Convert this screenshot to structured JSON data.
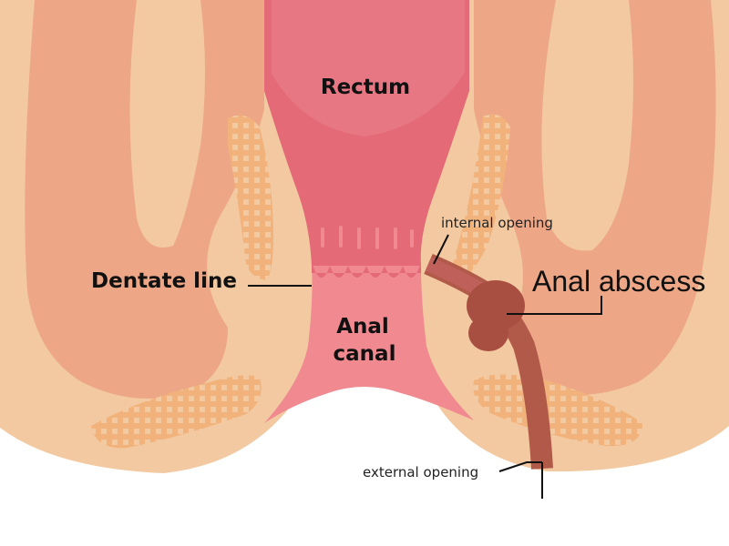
{
  "labels": {
    "rectum": "Rectum",
    "dentate_line": "Dentate line",
    "anal_canal_line1": "Anal",
    "anal_canal_line2": "canal",
    "internal_opening": "internal opening",
    "anal_abscess": "Anal abscess",
    "external_opening": "external opening"
  },
  "colors": {
    "background": "#ffffff",
    "skin": "#f2c9a0",
    "muscle": "#eda787",
    "rectum_wall": "#e46a78",
    "anal_canal": "#f08a90",
    "sphincter_mesh": "#f2b27c",
    "abscess": "#a84f42",
    "fistula_tract": "#b15a4a"
  },
  "icons": {
    "left_levator": "left-levator-muscle-shape",
    "right_levator": "right-levator-muscle-shape",
    "sphincter_mesh": "sphincter-mesh-pattern"
  }
}
